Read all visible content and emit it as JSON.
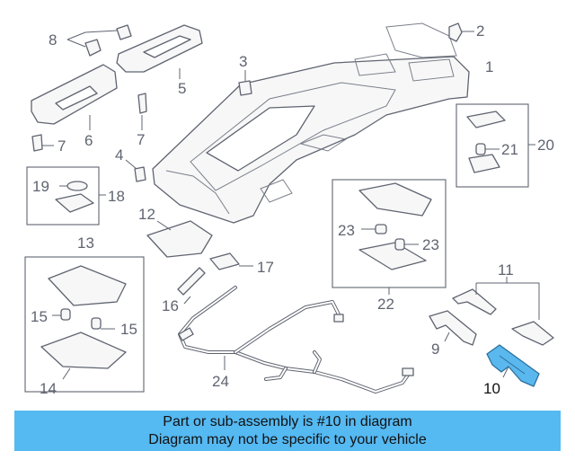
{
  "callouts": {
    "c1": "1",
    "c2": "2",
    "c3": "3",
    "c4": "4",
    "c5": "5",
    "c6": "6",
    "c7a": "7",
    "c7b": "7",
    "c8": "8",
    "c9": "9",
    "c10": "10",
    "c11": "11",
    "c12": "12",
    "c13": "13",
    "c14": "14",
    "c15a": "15",
    "c15b": "15",
    "c16": "16",
    "c17": "17",
    "c18": "18",
    "c19": "19",
    "c20": "20",
    "c21": "21",
    "c22": "22",
    "c23a": "23",
    "c23b": "23",
    "c24": "24"
  },
  "highlight": {
    "part": "10",
    "color": "#5ab8ee"
  },
  "banner": {
    "line1": "Part or sub-assembly is #10 in diagram",
    "line2": "Diagram may not be specific to your vehicle",
    "color": "#55b9f2"
  }
}
